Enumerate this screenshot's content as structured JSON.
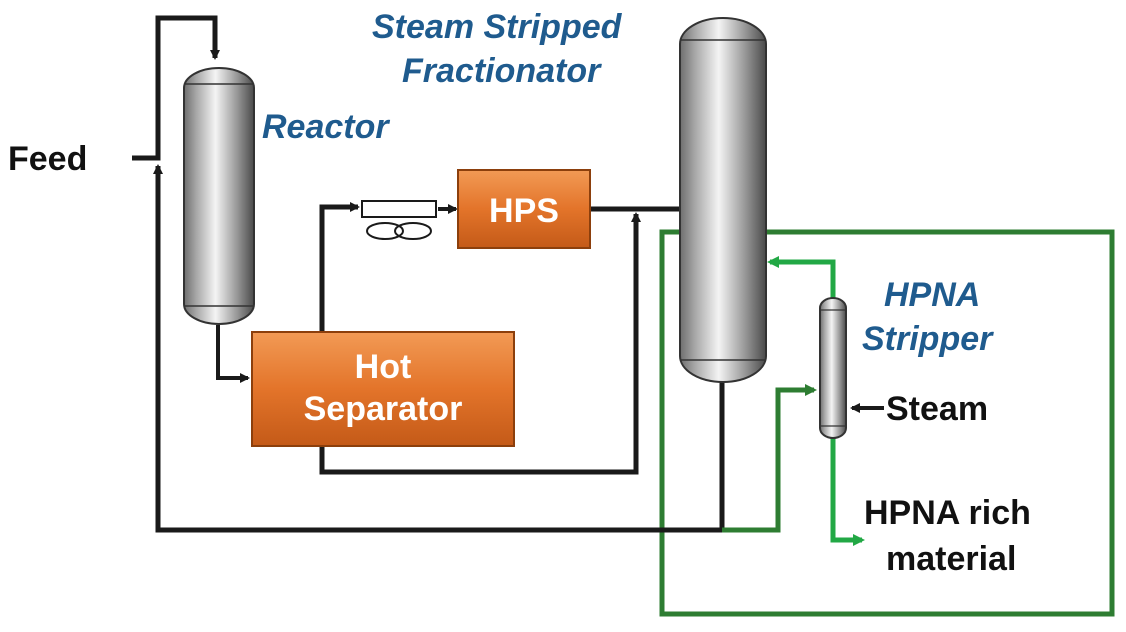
{
  "colors": {
    "line": "#1a1a1a",
    "label_blue": "#1f5b8e",
    "box_orange": "#e3742a",
    "green_outline": "#2e7d32",
    "green_flow": "#22a845",
    "vessel_gray": "#b8b8b8"
  },
  "labels": {
    "feed": "Feed",
    "reactor": "Reactor",
    "fractionator_line1": "Steam Stripped",
    "fractionator_line2": "Fractionator",
    "hps": "HPS",
    "hot_separator_line1": "Hot",
    "hot_separator_line2": "Separator",
    "hpna_stripper_line1": "HPNA",
    "hpna_stripper_line2": "Stripper",
    "steam": "Steam",
    "hpna_rich_line1": "HPNA rich",
    "hpna_rich_line2": "material"
  }
}
